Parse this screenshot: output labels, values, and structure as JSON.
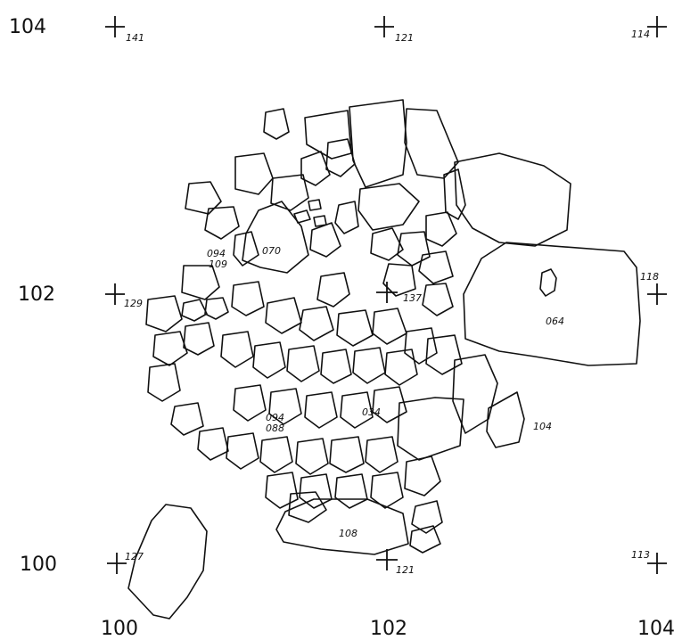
{
  "axes": {
    "y_top": "104",
    "y_mid": "102",
    "y_bottom": "100",
    "x_left": "100",
    "x_mid": "102",
    "x_right": "104"
  },
  "datums": {
    "top_left": "141",
    "top_mid": "121",
    "top_right": "114",
    "mid_left": "129",
    "mid_center": "137",
    "mid_right": "118",
    "bottom_left": "127",
    "bottom_mid": "121",
    "bottom_right": "113"
  },
  "stone_labels": {
    "s070": "070",
    "s094_upper": "094",
    "s109": "109",
    "s064": "064",
    "s104": "104",
    "s094_lower": "094",
    "s088": "088",
    "s034": "034",
    "s108": "108"
  }
}
